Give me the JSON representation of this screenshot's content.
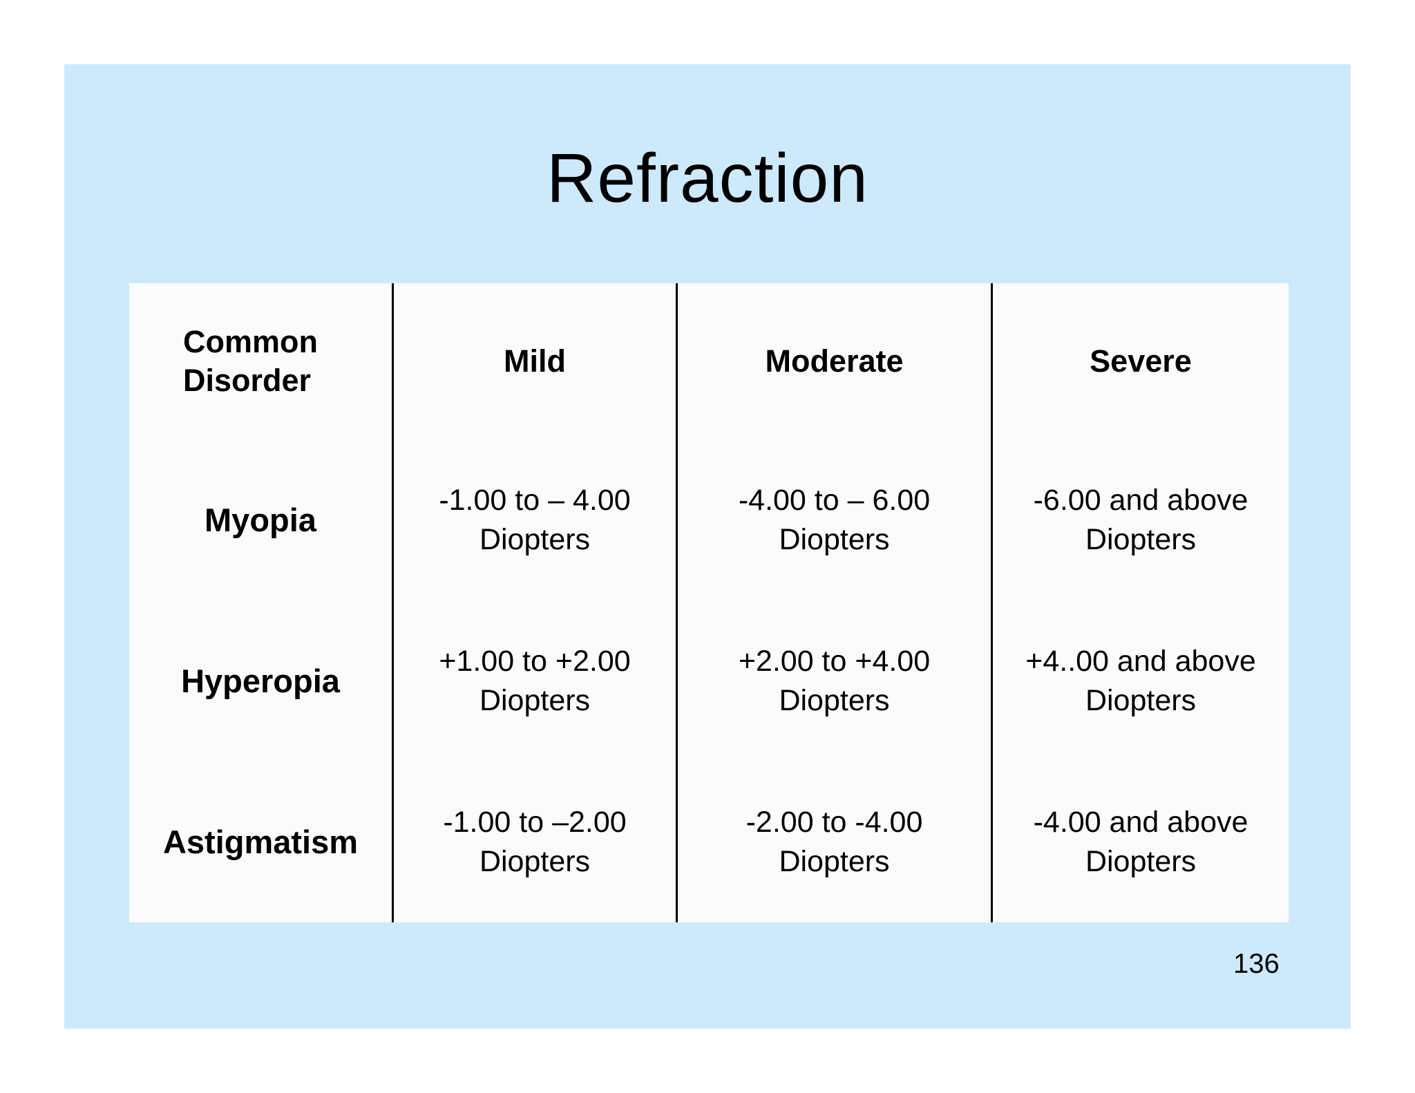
{
  "slide": {
    "title": "Refraction",
    "page_number": "136",
    "colors": {
      "panel_background": "#cdeafc",
      "table_background": "#fbfbfb",
      "text": "#000000",
      "divider": "#000000"
    }
  },
  "table": {
    "headers": [
      "Common Disorder",
      "Mild",
      "Moderate",
      "Severe"
    ],
    "unit": "Diopters",
    "rows": [
      {
        "disorder": "Myopia",
        "mild": "-1.00 to – 4.00",
        "moderate": "-4.00 to – 6.00",
        "severe": "-6.00 and above"
      },
      {
        "disorder": "Hyperopia",
        "mild": "+1.00 to +2.00",
        "moderate": "+2.00 to +4.00",
        "severe": "+4..00 and above"
      },
      {
        "disorder": "Astigmatism",
        "mild": "-1.00 to –2.00",
        "moderate": "-2.00 to -4.00",
        "severe": "-4.00 and above"
      }
    ]
  }
}
